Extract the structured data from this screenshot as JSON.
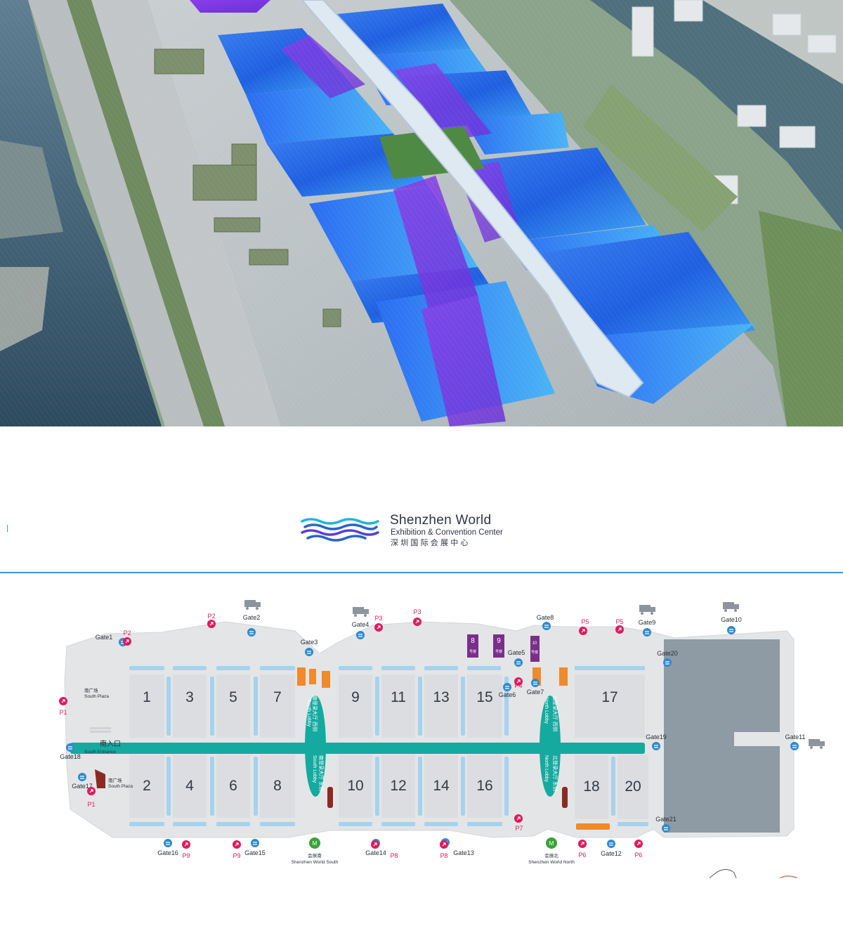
{
  "brand": {
    "name": "Shenzhen World",
    "subtitle": "Exhibition & Convention Center",
    "chinese": "深圳国际会展中心",
    "accent": "#3a9ad9",
    "logo_colors": [
      "#2a64c8",
      "#5a3fd1",
      "#21b5d9"
    ]
  },
  "plan": {
    "colors": {
      "hall": "#dcdde0",
      "axis": "#15aaa0",
      "stripe": "#a6d2ee",
      "gate": "#2f8ad0",
      "parking": "#e2195d",
      "orange": "#f08a2a",
      "dark_hall": "#8e9aa4",
      "maroon": "#8b2a22",
      "metro": "#3aa23a"
    },
    "halls": [
      {
        "label": "1"
      },
      {
        "label": "2"
      },
      {
        "label": "3"
      },
      {
        "label": "4"
      },
      {
        "label": "5"
      },
      {
        "label": "6"
      },
      {
        "label": "7"
      },
      {
        "label": "8"
      },
      {
        "label": "9"
      },
      {
        "label": "10"
      },
      {
        "label": "11"
      },
      {
        "label": "12"
      },
      {
        "label": "13"
      },
      {
        "label": "14"
      },
      {
        "label": "15"
      },
      {
        "label": "16"
      },
      {
        "label": "17"
      },
      {
        "label": "18"
      },
      {
        "label": "20"
      }
    ],
    "gates": [
      "Gate1",
      "Gate2",
      "Gate3",
      "Gate4",
      "Gate5",
      "Gate6",
      "Gate7",
      "Gate8",
      "Gate9",
      "Gate10",
      "Gate11",
      "Gate12",
      "Gate13",
      "Gate14",
      "Gate15",
      "Gate16",
      "Gate17",
      "Gate18",
      "Gate19",
      "Gate20",
      "Gate21"
    ],
    "parking": [
      "P1",
      "P1",
      "P2",
      "P2",
      "P3",
      "P3",
      "P4",
      "P5",
      "P5",
      "P6",
      "P6",
      "P7",
      "P8",
      "P8",
      "P9",
      "P9"
    ],
    "south_entrance": {
      "cn": "南入口",
      "en": "South Entrance"
    },
    "south_plaza_top": {
      "cn": "南广场",
      "en": "South Plaza"
    },
    "south_plaza_bottom": {
      "cn": "南广场",
      "en": "South Plaza"
    },
    "south_lobby_west": {
      "cn": "南登录大厅 西侧",
      "en": "South Lobby"
    },
    "south_lobby_east": {
      "cn": "南登录大厅 东侧",
      "en": "South Lobby"
    },
    "north_lobby_west": {
      "cn": "北登录大厅 西侧",
      "en": "North Lobby"
    },
    "north_lobby_east": {
      "cn": "北登录大厅 东侧",
      "en": "North Lobby"
    },
    "metro_south": {
      "cn": "会展南",
      "en": "Shenzhen World South"
    },
    "metro_north": {
      "cn": "会展北",
      "en": "Shenzhen World North"
    },
    "buildings": [
      {
        "num": "8",
        "cn": "号楼"
      },
      {
        "num": "9",
        "cn": "号楼"
      },
      {
        "num": "10",
        "cn": "号楼"
      }
    ]
  }
}
